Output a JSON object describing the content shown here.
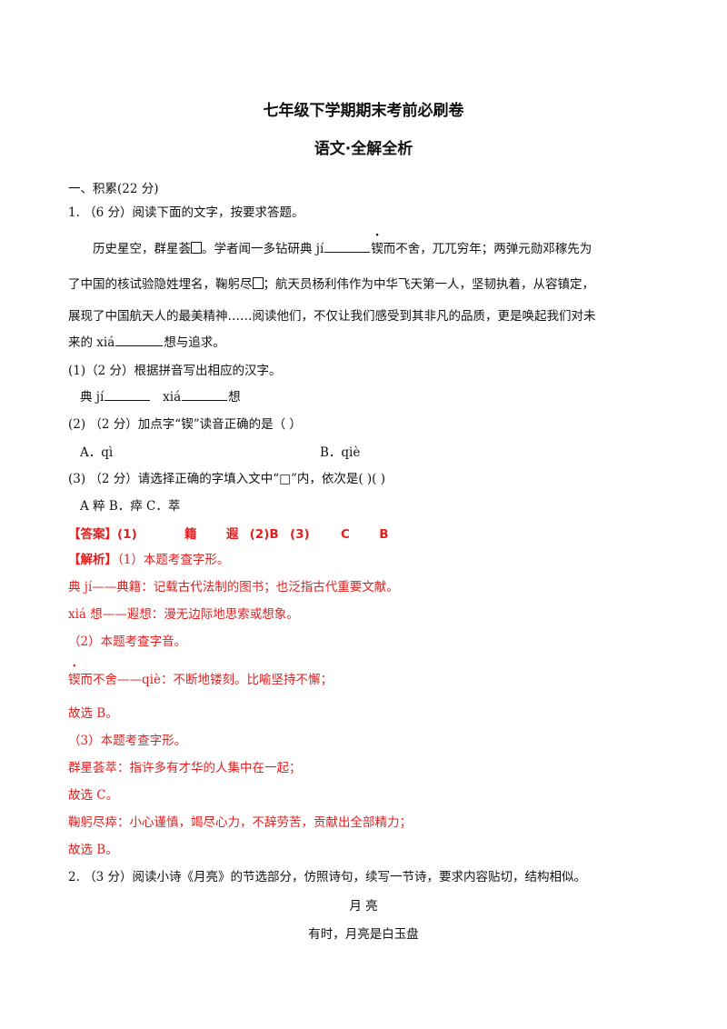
{
  "header": {
    "title": "七年级下学期期末考前必刷卷",
    "subtitle": "语文·全解全析"
  },
  "section1": {
    "heading": "一、积累(22 分)"
  },
  "q1": {
    "stem": "1. （6 分）阅读下面的文字，按要求答题。",
    "p1a": "历史星空，群星荟",
    "p1b": "。学者闻一多钻研典 jí",
    "p1c": "而不舍，兀兀穷年；两弹元勋邓稼先为",
    "dotted_char": "锲",
    "box": "□",
    "p2": "了中国的核试验隐姓埋名，鞠躬尽",
    "p2b": "；航天员杨利伟作为中华飞天第一人，坚韧执着，从容镇定，",
    "p3": "展现了中国航天人的最美精神……阅读他们，不仅让我们感受到其非凡的品质，更是唤起我们对未",
    "p4a": "来的 xiá",
    "p4b": "想与追求。",
    "sub1": "(1)（2 分）根据拼音写出相应的汉字。",
    "sub1_line_a": "典 jí",
    "sub1_line_b": "xiá",
    "sub1_line_c": "想",
    "sub2": "(2)  （2 分）加点字“锲”读音正确的是（   ）",
    "opt_a": "A．qì",
    "opt_b": "B．qiè",
    "sub3": "(3)  （2 分）请选择正确的字填入文中“□”内，依次是(          )(          )",
    "sub3_opts": "A 粹  B．瘁  C．萃"
  },
  "answer": {
    "label": "【答案】",
    "items": [
      "(1)",
      "籍",
      "遐",
      "(2)B",
      "(3)",
      "C",
      "B"
    ]
  },
  "analysis": {
    "label": "【解析】",
    "l1": "（1）本题考查字形。",
    "l2": "典 jí——典籍：记载古代法制的图书；也泛指古代重要文献。",
    "l3": "xiá 想——遐想：漫无边际地思索或想象。",
    "l4": "（2）本题考查字音。",
    "l5_char": "锲",
    "l5": "而不舍——qiè：不断地镂刻。比喻坚持不懈；",
    "l6": "故选 B。",
    "l7": "（3）本题考查字形。",
    "l8": "群星荟萃：指许多有才华的人集中在一起；",
    "l9": "故选 C。",
    "l10": "鞠躬尽瘁：小心谨慎，竭尽心力，不辞劳苦，贡献出全部精力；",
    "l11": "故选 B。"
  },
  "q2": {
    "stem": "2.  （3 分）阅读小诗《月亮》的节选部分，仿照诗句，续写一节诗，要求内容贴切，结构相似。",
    "poem_title": "月  亮",
    "poem_line1": "有时，月亮是白玉盘"
  }
}
